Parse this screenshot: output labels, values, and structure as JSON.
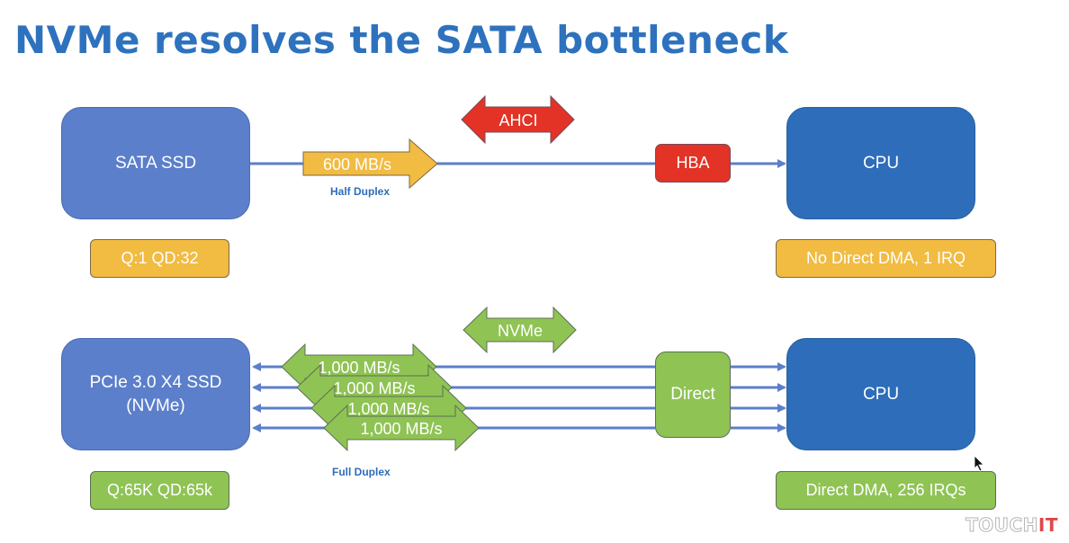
{
  "title": "NVMe resolves the SATA bottleneck",
  "top_row": {
    "device": "SATA SSD",
    "device_props": "Q:1 QD:32",
    "protocol": "AHCI",
    "bandwidth": "600 MB/s",
    "duplex": "Half Duplex",
    "controller": "HBA",
    "cpu": "CPU",
    "cpu_props": "No Direct DMA, 1 IRQ"
  },
  "bottom_row": {
    "device_line1": "PCIe 3.0 X4 SSD",
    "device_line2": "(NVMe)",
    "device_props": "Q:65K QD:65k",
    "protocol": "NVMe",
    "lanes": [
      {
        "bandwidth": "1,000 MB/s"
      },
      {
        "bandwidth": "1,000 MB/s"
      },
      {
        "bandwidth": "1,000 MB/s"
      },
      {
        "bandwidth": "1,000 MB/s"
      }
    ],
    "duplex": "Full Duplex",
    "controller": "Direct",
    "cpu": "CPU",
    "cpu_props": "Direct DMA, 256 IRQs"
  },
  "colors": {
    "title": "#2e72be",
    "ssd": "#5b7fcb",
    "cpu": "#2e6dba",
    "sata_accent": "#f2bb41",
    "ahci_red": "#e33226",
    "nvme_green": "#8fc354",
    "line": "#5b7fcb"
  },
  "watermark": {
    "part1": "TOUCH",
    "part2": "IT"
  }
}
